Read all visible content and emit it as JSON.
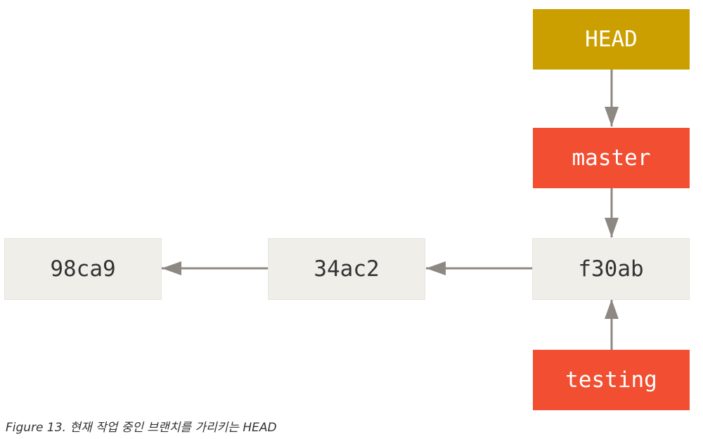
{
  "diagram": {
    "commits": [
      {
        "id": "98ca9"
      },
      {
        "id": "34ac2"
      },
      {
        "id": "f30ab"
      }
    ],
    "branches": {
      "head": "HEAD",
      "master": "master",
      "testing": "testing"
    },
    "colors": {
      "commit_fill": "#efeee9",
      "branch_fill": "#f14e32",
      "head_fill": "#cc9f00",
      "arrow": "#8e8882"
    }
  },
  "caption": "Figure 13. 현재 작업 중인 브랜치를 가리키는 HEAD"
}
